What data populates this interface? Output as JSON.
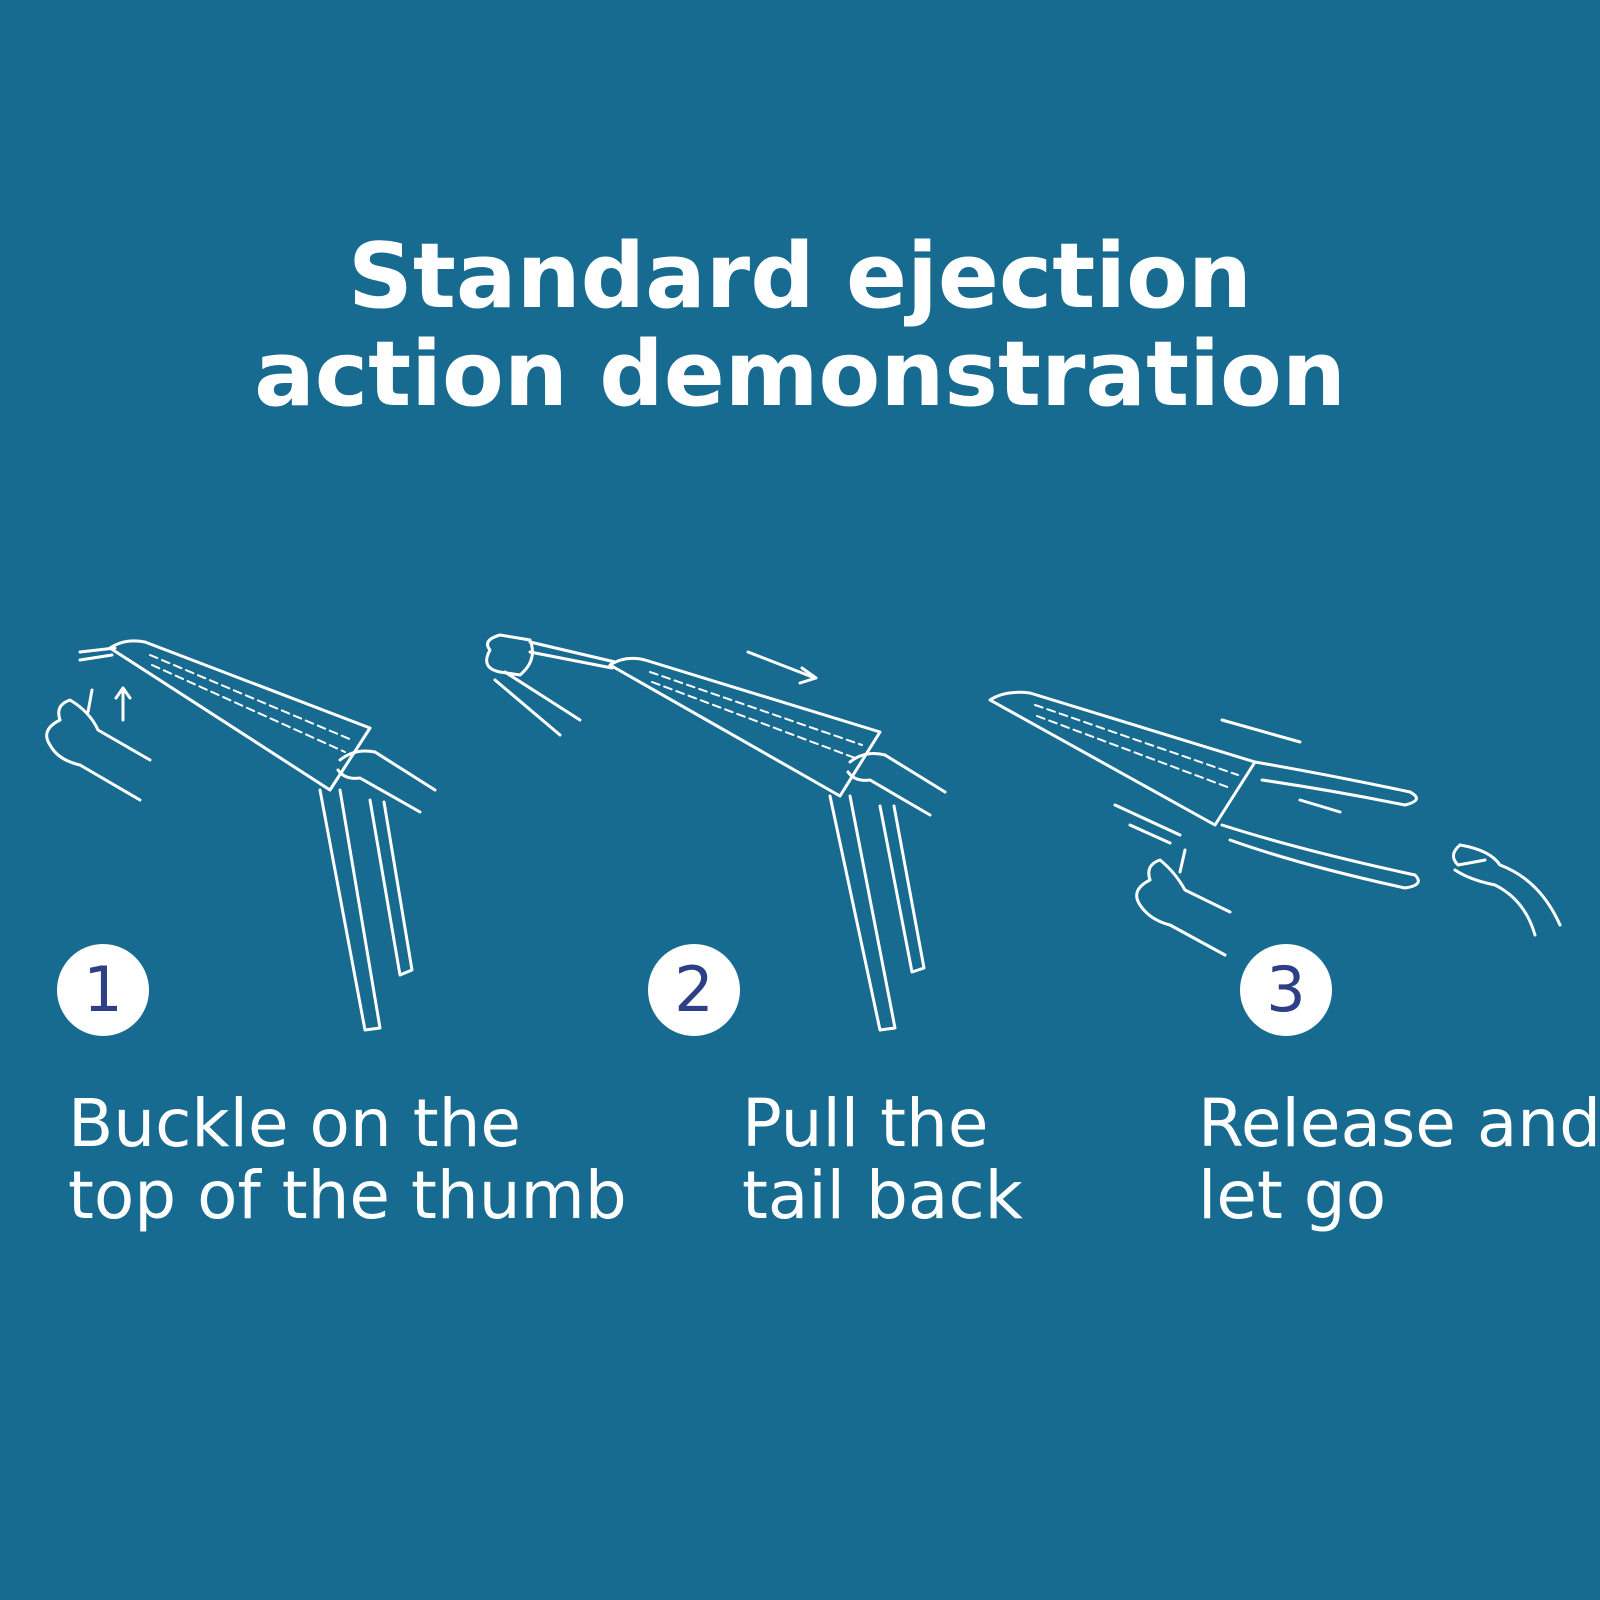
{
  "title": {
    "line1": "Standard ejection",
    "line2": "action demonstration"
  },
  "steps": [
    {
      "number": "1",
      "line1": "Buckle on the",
      "line2": "top of the thumb",
      "illustration": "thumb-hook-glider-icon"
    },
    {
      "number": "2",
      "line1": "Pull the",
      "line2": "tail back",
      "illustration": "pull-back-glider-icon"
    },
    {
      "number": "3",
      "line1": "Release and",
      "line2": "let go",
      "illustration": "release-glider-icon"
    }
  ],
  "colors": {
    "background": "#176a90",
    "text": "#ffffff",
    "badge_text": "#2d3f86"
  }
}
